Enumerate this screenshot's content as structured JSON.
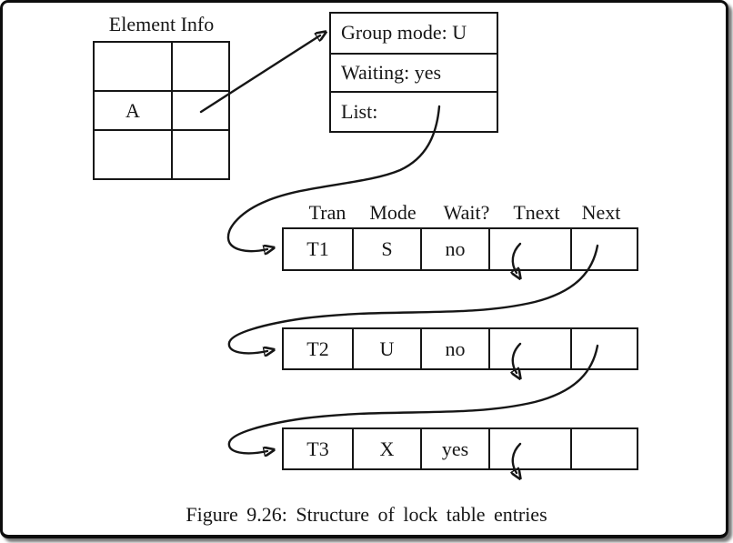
{
  "figure": {
    "element_info": {
      "title": "Element Info",
      "cell_value": "A"
    },
    "lock_entry_box": {
      "group_mode": "Group mode: U",
      "waiting": "Waiting: yes",
      "list_label": "List:"
    },
    "lock_list": {
      "headers": [
        "Tran",
        "Mode",
        "Wait?",
        "Tnext",
        "Next"
      ],
      "rows": [
        {
          "tran": "T1",
          "mode": "S",
          "wait": "no"
        },
        {
          "tran": "T2",
          "mode": "U",
          "wait": "no"
        },
        {
          "tran": "T3",
          "mode": "X",
          "wait": "yes"
        }
      ]
    },
    "caption": "Figure 9.26: Structure of lock table entries",
    "colors": {
      "ink": "#161616",
      "paper": "#ffffff"
    }
  }
}
